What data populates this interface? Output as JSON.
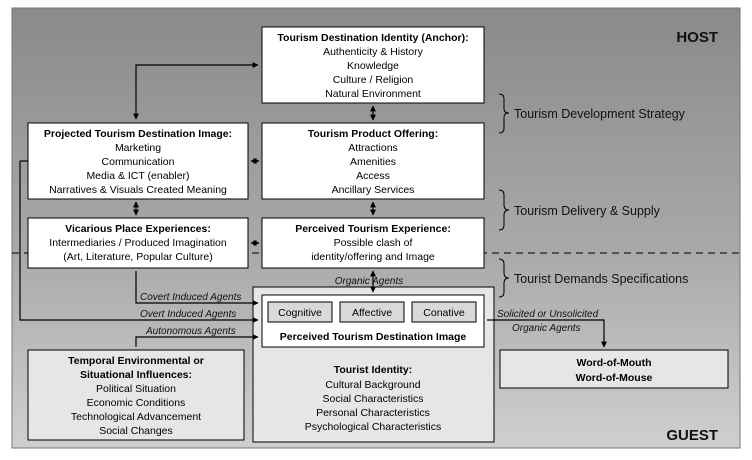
{
  "regions": {
    "host": "HOST",
    "guest": "GUEST"
  },
  "boxes": {
    "identity_anchor": {
      "title": "Tourism Destination Identity (Anchor):",
      "lines": [
        "Authenticity & History",
        "Knowledge",
        "Culture / Religion",
        "Natural Environment"
      ]
    },
    "projected_image": {
      "title": "Projected Tourism Destination Image:",
      "lines": [
        "Marketing",
        "Communication",
        "Media & ICT (enabler)",
        "Narratives & Visuals Created Meaning"
      ]
    },
    "product_offering": {
      "title": "Tourism Product Offering:",
      "lines": [
        "Attractions",
        "Amenities",
        "Access",
        "Ancillary Services"
      ]
    },
    "vicarious": {
      "title": "Vicarious Place Experiences:",
      "lines": [
        "Intermediaries / Produced Imagination",
        "(Art, Literature, Popular Culture)"
      ]
    },
    "perceived_experience": {
      "title": "Perceived Tourism Experience:",
      "lines": [
        "Possible clash of",
        "identity/offering and Image"
      ]
    },
    "perceived_image": {
      "title": "Perceived Tourism Destination Image",
      "components": [
        "Cognitive",
        "Affective",
        "Conative"
      ]
    },
    "temporal": {
      "title_lines": [
        "Temporal Environmental or",
        "Situational Influences:"
      ],
      "lines": [
        "Political Situation",
        "Economic Conditions",
        "Technological Advancement",
        "Social Changes"
      ]
    },
    "tourist_identity": {
      "title": "Tourist Identity:",
      "lines": [
        "Cultural Background",
        "Social Characteristics",
        "Personal Characteristics",
        "Psychological Characteristics"
      ]
    },
    "word_of_mouth": {
      "lines": [
        "Word-of-Mouth",
        "Word-of-Mouse"
      ]
    }
  },
  "brackets": {
    "development": "Tourism Development Strategy",
    "delivery": "Tourism Delivery & Supply",
    "demands": "Tourist Demands Specifications"
  },
  "arrow_labels": {
    "organic": "Organic Agents",
    "covert": "Covert Induced Agents",
    "overt": "Overt Induced Agents",
    "autonomous": "Autonomous Agents",
    "solicited": "Solicited or Unsolicited",
    "organic2": "Organic Agents"
  },
  "colors": {
    "host_bg": "#8c8c8c",
    "guest_bg": "#c9c9c9",
    "box_white": "#ffffff",
    "box_light": "#e8e8e8",
    "component_bg": "#d6d6d6",
    "line": "#000000"
  }
}
